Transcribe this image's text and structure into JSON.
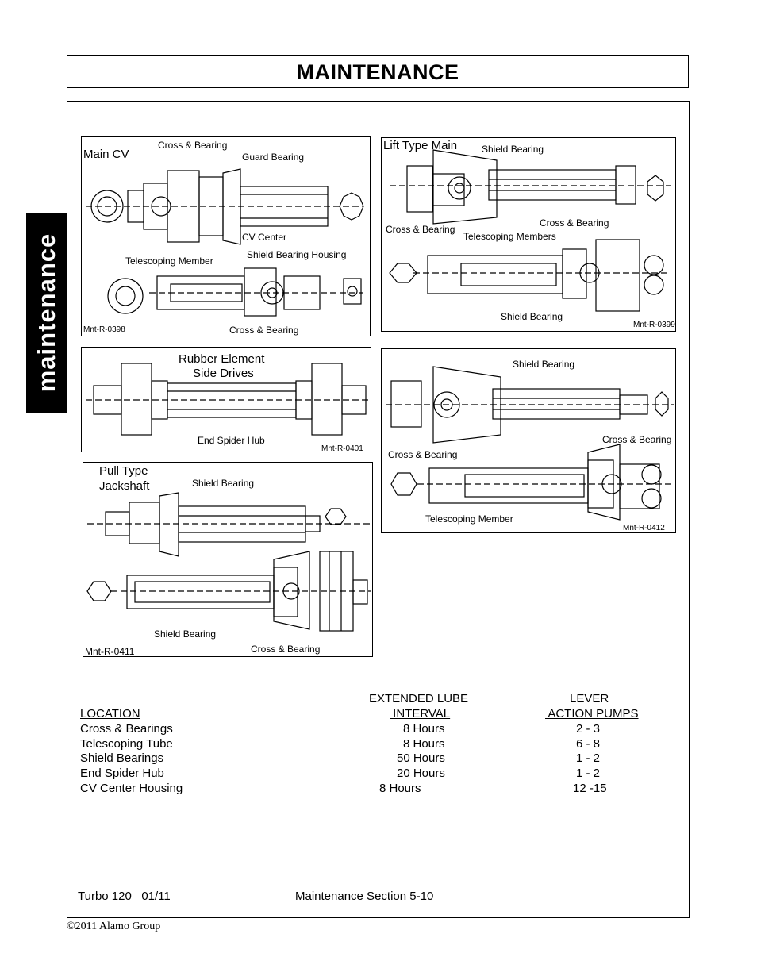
{
  "header": {
    "title": "MAINTENANCE"
  },
  "side_tab": {
    "label": "maintenance"
  },
  "figures": {
    "main_cv": {
      "title": "Main CV",
      "labels": [
        "Cross & Bearing",
        "Guard Bearing",
        "CV Center",
        "Telescoping Member",
        "Shield Bearing Housing",
        "Cross & Bearing"
      ],
      "code": "Mnt-R-0398"
    },
    "lift_type": {
      "title": "Lift Type Main",
      "labels": [
        "Shield Bearing",
        "Cross & Bearing",
        "Cross & Bearing",
        "Telescoping Members",
        "Shield Bearing"
      ],
      "code": "Mnt-R-0399"
    },
    "rubber": {
      "title_line1": "Rubber Element",
      "title_line2": "Side Drives",
      "labels": [
        "End Spider Hub"
      ],
      "code": "Mnt-R-0401"
    },
    "pto_0412": {
      "labels": [
        "Shield Bearing",
        "Cross & Bearing",
        "Cross & Bearing",
        "Telescoping Member"
      ],
      "code": "Mnt-R-0412"
    },
    "pull_type": {
      "title_line1": "Pull Type",
      "title_line2": "Jackshaft",
      "labels": [
        "Shield Bearing",
        "Shield Bearing",
        "Cross & Bearing"
      ],
      "code": "Mnt-R-0411"
    }
  },
  "lube_table": {
    "header_top": {
      "interval": "EXTENDED LUBE",
      "pumps": "LEVER"
    },
    "header": {
      "location": "LOCATION",
      "interval": " INTERVAL",
      "pumps": " ACTION PUMPS"
    },
    "rows": [
      {
        "location": "Cross & Bearings",
        "interval": "8 Hours",
        "pumps": "2 - 3"
      },
      {
        "location": "Telescoping Tube",
        "interval": "8 Hours",
        "pumps": "6 - 8"
      },
      {
        "location": "Shield Bearings",
        "interval": "50 Hours",
        "pumps": "1 - 2"
      },
      {
        "location": "End Spider Hub",
        "interval": "20 Hours",
        "pumps": "1 - 2"
      },
      {
        "location": "CV Center Housing",
        "interval": "8 Hours",
        "pumps": "12 -15"
      }
    ]
  },
  "footer": {
    "model": "Turbo 120   01/11",
    "section": "Maintenance Section 5-10",
    "copyright": "©2011 Alamo Group"
  }
}
